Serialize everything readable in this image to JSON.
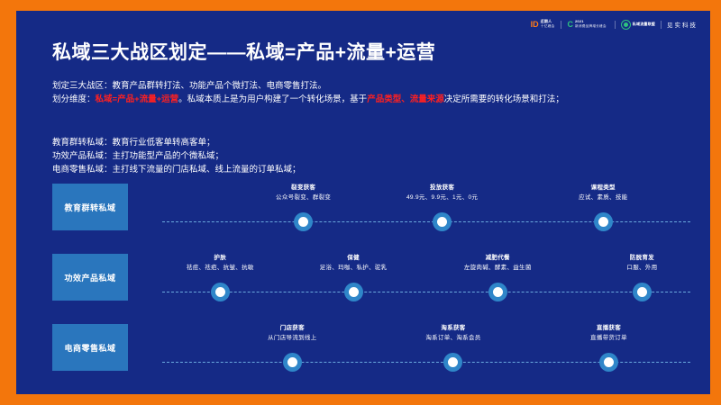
{
  "slide": {
    "title": "私域三大战区划定——私域=产品+流量+运营",
    "accent_orange": "#f3760c",
    "bg_blue": "#152a86",
    "label_blue": "#2a76bd",
    "highlight_red": "#ff2020"
  },
  "logos": [
    {
      "mark": "ID",
      "line1": "近期人",
      "line2": "十亿峰会",
      "brand": ""
    },
    {
      "mark": "C",
      "line1": "2021",
      "line2": "新消费品牌增长峰会",
      "brand": ""
    },
    {
      "mark": "◎",
      "line1": "私域流量联盟",
      "line2": "",
      "brand": ""
    },
    {
      "mark": "",
      "line1": "",
      "line2": "",
      "brand": "见实科技"
    }
  ],
  "intro": {
    "line1": "划定三大战区：教育产品群转打法、功能产品个微打法、电商零售打法。",
    "line2_prefix": "划分维度：",
    "line2_hl1": "私域=产品+流量+运营",
    "line2_mid": "。私域本质上是为用户构建了一个转化场景，基于",
    "line2_hl2": "产品类型、流量来源",
    "line2_suffix": "决定所需要的转化场景和打法；"
  },
  "defs": [
    "教育群转私域：教育行业低客单转高客单；",
    "功效产品私域：主打功能型产品的个微私域；",
    "电商零售私域：主打线下流量的门店私域、线上流量的订单私域；"
  ],
  "rows": [
    {
      "label": "教育群转私域",
      "nodes": [
        {
          "title": "裂变获客",
          "sub": "公众号裂变、群裂变",
          "x": 29
        },
        {
          "title": "投放获客",
          "sub": "49.9元、9.9元、1元、0元",
          "x": 54
        },
        {
          "title": "课程类型",
          "sub": "应试、素质、技能",
          "x": 83
        }
      ]
    },
    {
      "label": "功效产品私域",
      "nodes": [
        {
          "title": "护肤",
          "sub": "祛痘、祛疤、抗皱、抗敏",
          "x": 14
        },
        {
          "title": "保健",
          "sub": "足浴、玛咖、私护、驼乳",
          "x": 38
        },
        {
          "title": "减肥代餐",
          "sub": "左旋肉碱、酵素、益生菌",
          "x": 64
        },
        {
          "title": "防脱育发",
          "sub": "口服、外用",
          "x": 90
        }
      ]
    },
    {
      "label": "电商零售私域",
      "nodes": [
        {
          "title": "门店获客",
          "sub": "从门店导流到线上",
          "x": 27
        },
        {
          "title": "淘系获客",
          "sub": "淘系订单、淘系会员",
          "x": 56
        },
        {
          "title": "直播获客",
          "sub": "直播带货订单",
          "x": 84
        }
      ]
    }
  ]
}
